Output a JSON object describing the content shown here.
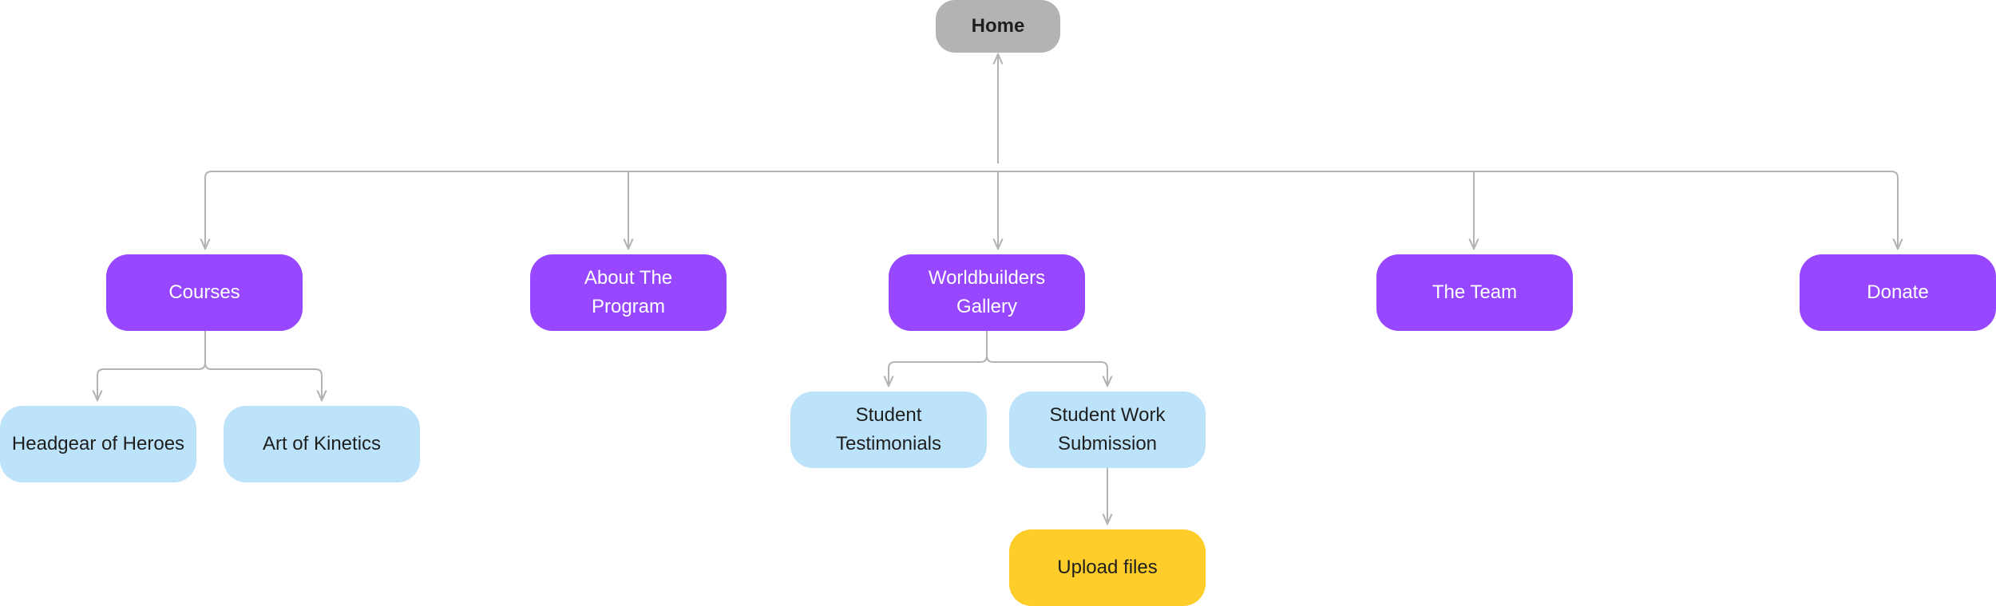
{
  "root": {
    "label": "Home",
    "color": "#b3b3b3"
  },
  "sections": [
    {
      "id": "courses",
      "label": "Courses",
      "color": "#9747ff"
    },
    {
      "id": "about",
      "label": "About The\nProgram",
      "color": "#9747ff"
    },
    {
      "id": "gallery",
      "label": "Worldbuilders\nGallery",
      "color": "#9747ff"
    },
    {
      "id": "team",
      "label": "The Team",
      "color": "#9747ff"
    },
    {
      "id": "donate",
      "label": "Donate",
      "color": "#9747ff"
    }
  ],
  "courses_children": [
    {
      "label": "Headgear of Heroes",
      "color": "#bde3fb"
    },
    {
      "label": "Art of Kinetics",
      "color": "#bde3fb"
    }
  ],
  "gallery_children": [
    {
      "label": "Student\nTestimonials",
      "color": "#bde3fb"
    },
    {
      "label": "Student Work\nSubmission",
      "color": "#bde3fb"
    }
  ],
  "submission_children": [
    {
      "label": "Upload files",
      "color": "#ffcd29"
    }
  ],
  "edges": [
    [
      "Courses",
      "Home"
    ],
    [
      "About The Program",
      "Home"
    ],
    [
      "Worldbuilders Gallery",
      "Home"
    ],
    [
      "The Team",
      "Home"
    ],
    [
      "Donate",
      "Home"
    ],
    [
      "Headgear of Heroes",
      "Courses"
    ],
    [
      "Art of Kinetics",
      "Courses"
    ],
    [
      "Student Testimonials",
      "Worldbuilders Gallery"
    ],
    [
      "Student Work Submission",
      "Worldbuilders Gallery"
    ],
    [
      "Upload files",
      "Student Work Submission"
    ]
  ],
  "connector_color": "#b3b3b3"
}
